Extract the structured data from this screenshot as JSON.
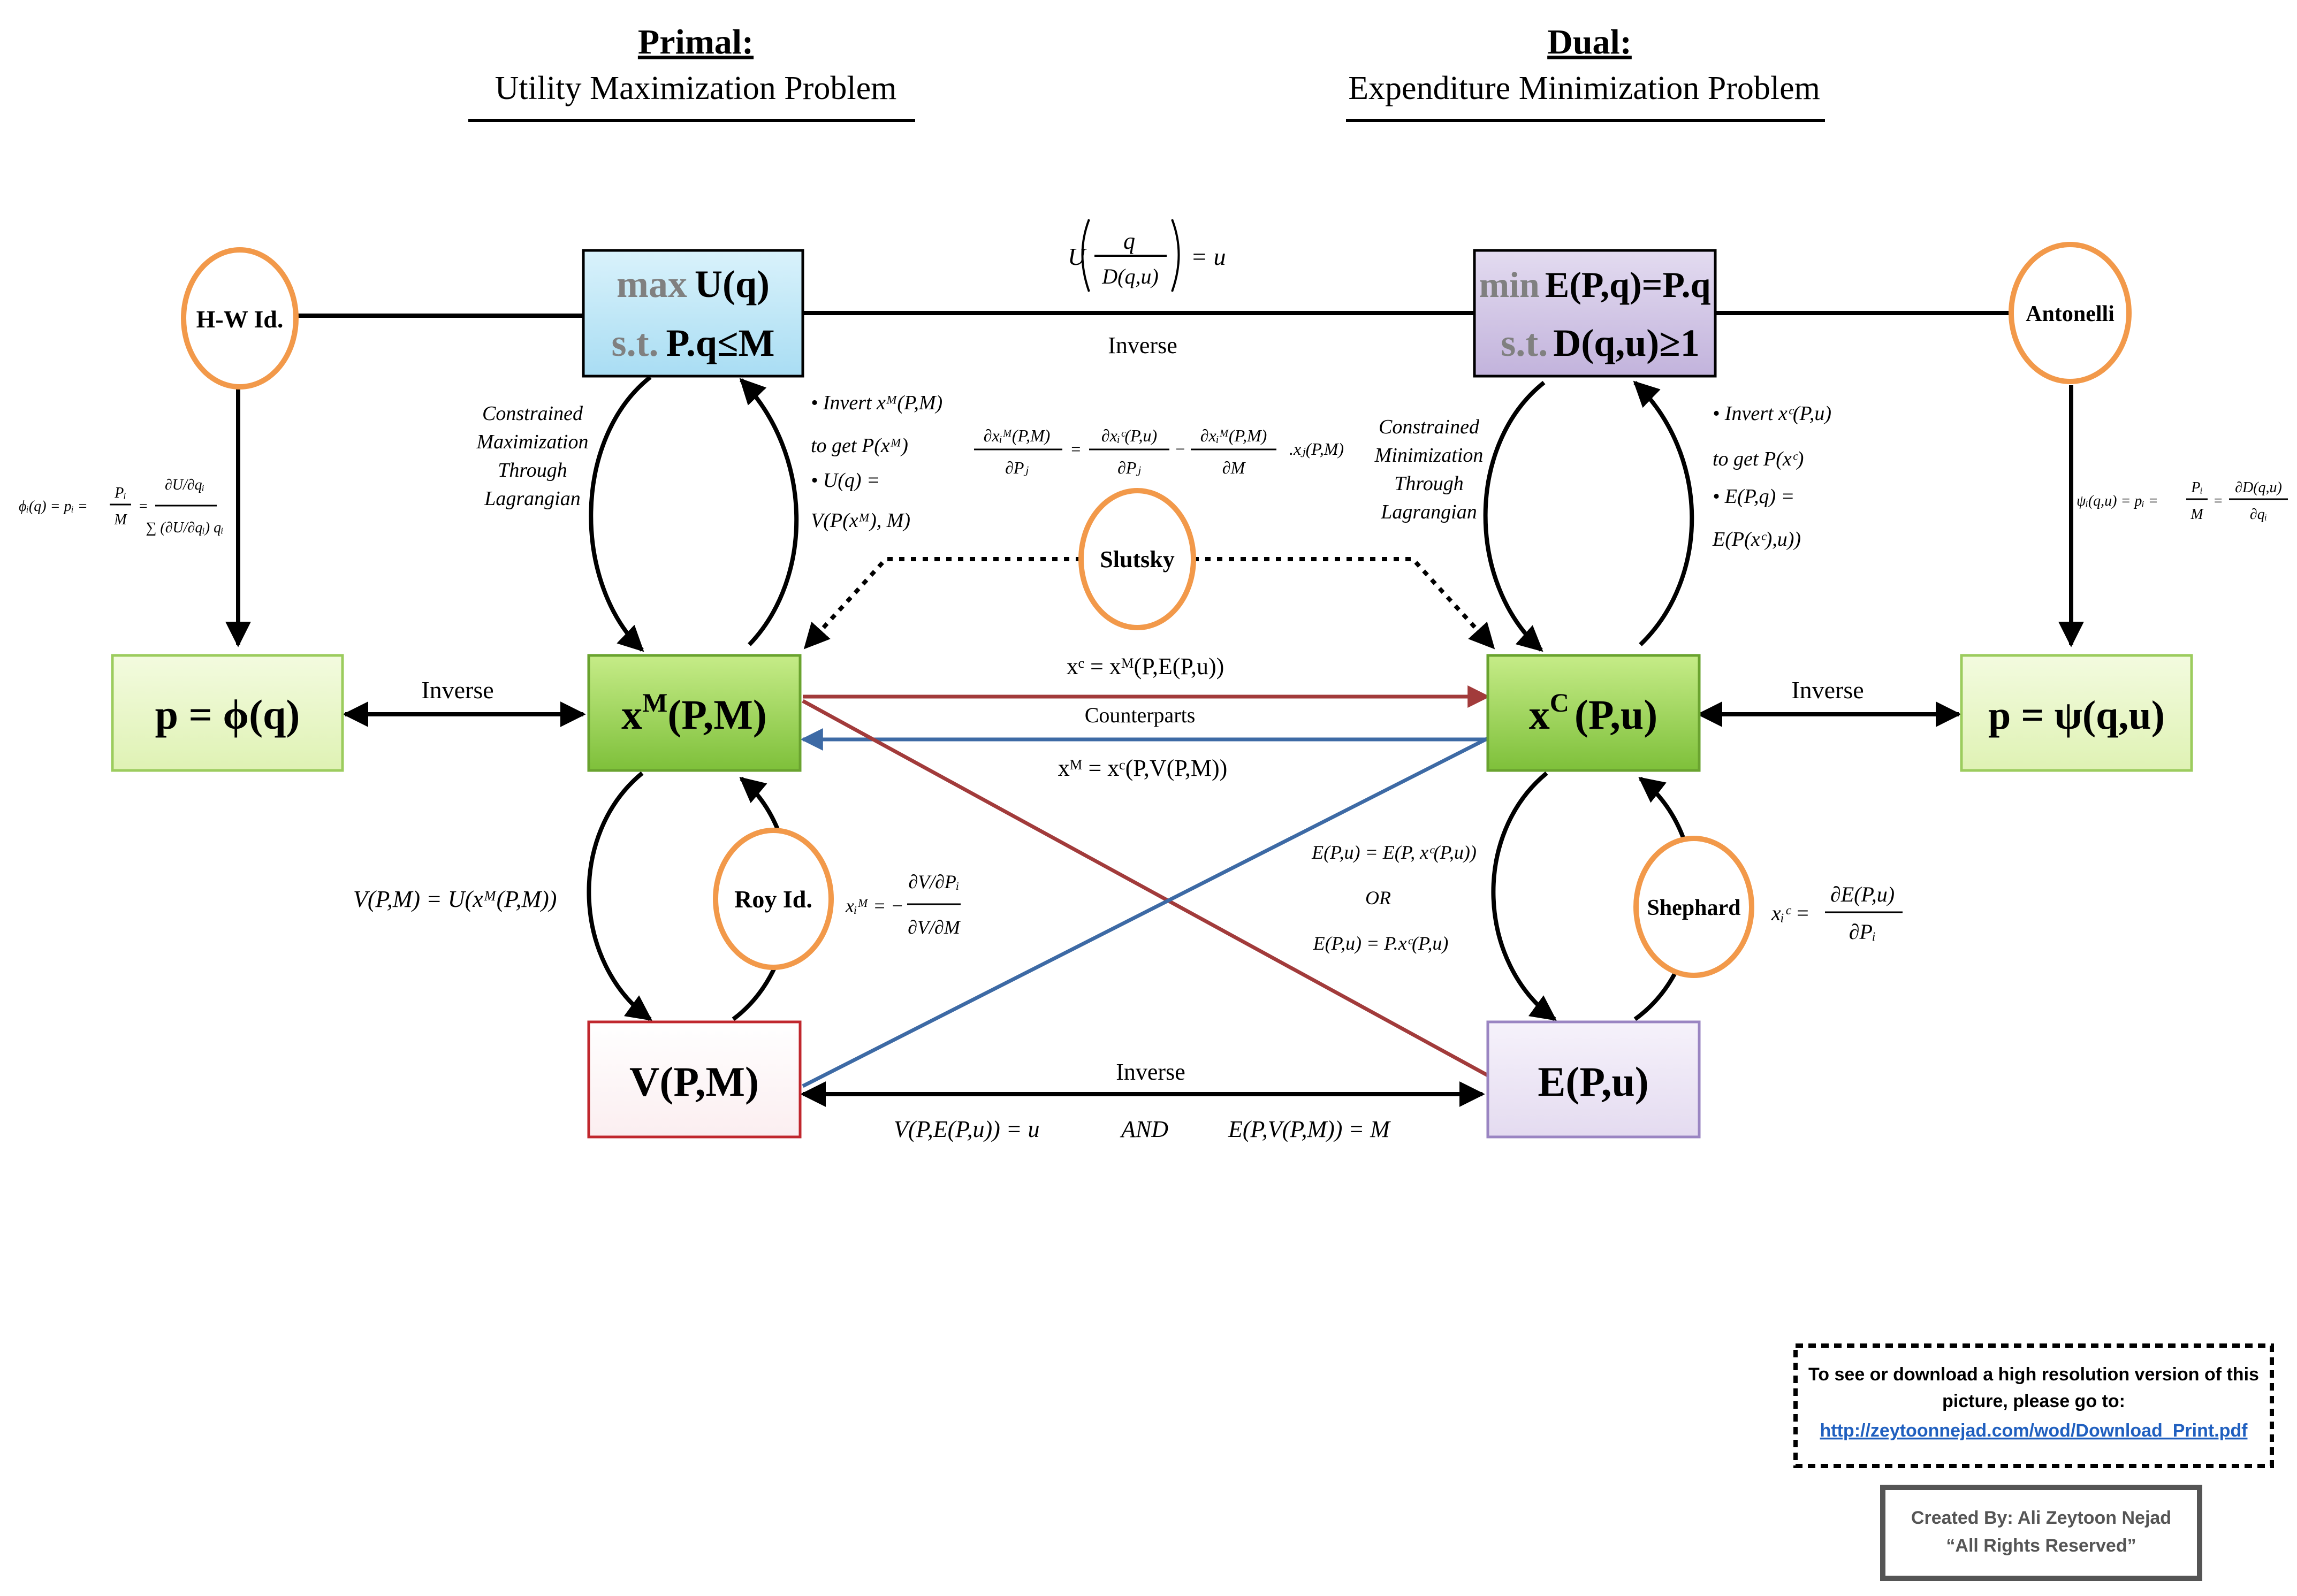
{
  "headings": {
    "primal_title": "Primal:",
    "primal_subtitle": "Utility Maximization Problem",
    "dual_title": "Dual:",
    "dual_subtitle": "Expenditure Minimization Problem"
  },
  "boxes": {
    "umax": {
      "line1_kw": "max",
      "line1": "U(q)",
      "line2_kw": "s.t.",
      "line2": "P.q≤M"
    },
    "emin": {
      "line1_kw": "min",
      "line1": "E(P,q)=P.q",
      "line2_kw": "s.t.",
      "line2": "D(q,u)≥1"
    },
    "p_phi": "p = ϕ(q)",
    "xm": {
      "base": "x",
      "sup": "M",
      "rest": "(P,M)"
    },
    "xc": {
      "base": "x",
      "sup": "C",
      "rest": "(P,u)"
    },
    "p_psi": "p = ψ(q,u)",
    "v": "V(P,M)",
    "e": "E(P,u)"
  },
  "identities": {
    "hw": "H-W Id.",
    "antonelli": "Antonelli",
    "slutsky": "Slutsky",
    "roy": "Roy Id.",
    "shephard": "Shephard"
  },
  "labels": {
    "inverse_top": "Inverse",
    "inverse_left": "Inverse",
    "inverse_right": "Inverse",
    "inverse_bottom": "Inverse",
    "counterparts": "Counterparts",
    "xc_eq": "xᶜ = xᴹ(P,E(P,u))",
    "xm_eq": "xᴹ = xᶜ(P,V(P,M))",
    "u_eq_lhs": "U",
    "u_eq_num": "q",
    "u_eq_den": "D(q,u)",
    "u_eq_rhs": "= u",
    "cm_lines": [
      "Constrained",
      "Maximization",
      "Through",
      "Lagrangian"
    ],
    "cmin_lines": [
      "Constrained",
      "Minimization",
      "Through",
      "Lagrangian"
    ],
    "invert_m_lines": [
      "• Invert xᴹ(P,M)",
      "to get P(xᴹ)",
      "• U(q) =",
      "V(P(xᴹ), M)"
    ],
    "invert_c_lines": [
      "• Invert xᶜ(P,u)",
      "to get P(xᶜ)",
      "• E(P,q) =",
      "E(P(xᶜ),u))"
    ],
    "slutsky_a_num": "∂xᵢᴹ(P,M)",
    "slutsky_a_den": "∂Pⱼ",
    "slutsky_b_num": "∂xᵢᶜ(P,u)",
    "slutsky_b_den": "∂Pⱼ",
    "slutsky_c_num": "∂xᵢᴹ(P,M)",
    "slutsky_c_den": "∂M",
    "slutsky_tail": ".xⱼ(P,M)",
    "hw_lhs": "ϕᵢ(q) = pᵢ =",
    "hw_f1_num": "Pᵢ",
    "hw_f1_den": "M",
    "hw_f2_num": "∂U/∂qᵢ",
    "hw_f2_den": "∑ (∂U/∂qᵢ) qᵢ",
    "ant_lhs": "ψᵢ(q,u) = pᵢ =",
    "ant_f1_num": "Pᵢ",
    "ant_f1_den": "M",
    "ant_f2_num": "∂D(q,u)",
    "ant_f2_den": "∂qᵢ",
    "v_eq": "V(P,M) = U(xᴹ(P,M))",
    "roy_lhs": "xᵢᴹ = −",
    "roy_num": "∂V/∂Pᵢ",
    "roy_den": "∂V/∂M",
    "e_eq1": "E(P,u) = E(P, xᶜ(P,u))",
    "e_or": "OR",
    "e_eq2": "E(P,u) = P.xᶜ(P,u)",
    "shep_lhs": "xᵢᶜ =",
    "shep_num": "∂E(P,u)",
    "shep_den": "∂Pᵢ",
    "bottom_eq1": "V(P,E(P,u)) = u",
    "bottom_and": "AND",
    "bottom_eq2": "E(P,V(P,M)) = M"
  },
  "footer": {
    "notice_line1": "To see or download a high resolution version of this",
    "notice_line2": "picture, please go to:",
    "notice_link": "http://zeytoonnejad.com/wod/Download_Print.pdf",
    "credit_line1": "Created By: Ali Zeytoon Nejad",
    "credit_line2": "“All Rights Reserved”"
  },
  "colors": {
    "box_blue": "#bfe7f7",
    "box_purple": "#d3c8e6",
    "box_green_light": "#e6f5c4",
    "box_green": "#8cc63f",
    "box_red_fill": "#ffffff",
    "box_red_border": "#c0272d",
    "circle_stroke": "#f2994a",
    "arrow_red": "#a23b3b",
    "arrow_blue": "#3d6aa5",
    "link": "#1f5fbf",
    "keyword_gray": "#808080"
  }
}
